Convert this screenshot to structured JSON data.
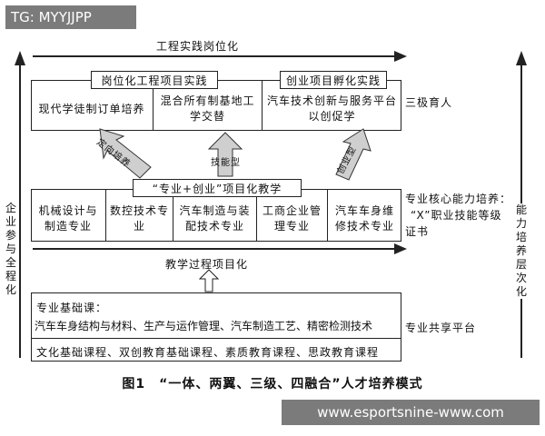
{
  "watermark_tag": "TG: MYYJJPP",
  "watermark_url": "www.esportsnine-www.com",
  "top_arrow_label": "工程实践岗位化",
  "top_section": {
    "header_left": "岗位化工程项目实践",
    "header_right": "创业项目孵化实践",
    "cells": [
      "现代学徒制订单培养",
      "混合所有制基地工学交替",
      "汽车技术创新与服务平台以创促学"
    ],
    "side_label": "三极育人"
  },
  "arrows": {
    "left": "定向培养",
    "middle": "技能型",
    "right": "创业型"
  },
  "middle_section": {
    "header": "“专业+创业”项目化教学",
    "cells": [
      "机械设计与制造专业",
      "数控技术专业",
      "汽车制造与装配技术专业",
      "工商企业管理专业",
      "汽车车身维修技术专业"
    ],
    "side_label_1": "专业核心能力培养：",
    "side_label_2": "“X”职业技能等级",
    "side_label_3": "证书"
  },
  "bottom_arrow_label": "教学过程项目化",
  "bottom_section": {
    "title": "专业基础课：",
    "line1": "汽车车身结构与材料、生产与运作管理、汽车制造工艺、精密检测技术",
    "line2": "文化基础课程、双创教育基础课程、素质教育课程、思政教育课程",
    "side_label": "专业共享平台"
  },
  "left_vertical_label": "企业参与全程化",
  "right_vertical_label": "能力培养层次化",
  "caption": "图1　“一体、两翼、三级、四融合”人才培养模式"
}
